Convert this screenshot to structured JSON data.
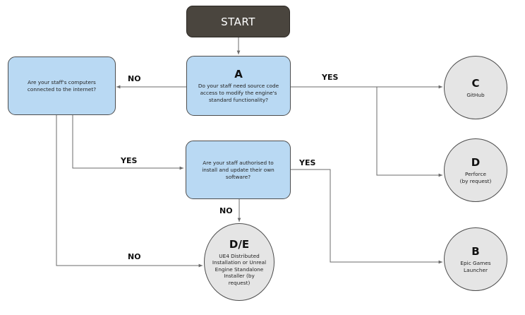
{
  "nodes": {
    "start": {
      "text": "START"
    },
    "a": {
      "id": "A",
      "text": "Do your staff need source code\naccess to modify the engine's\nstandard functionality?"
    },
    "q_internet": {
      "text": "Are your staff's computers\nconnected to the internet?"
    },
    "q_install": {
      "text": "Are your staff authorised to\ninstall and update their own\nsoftware?"
    },
    "c": {
      "id": "C",
      "text": "GitHub"
    },
    "d": {
      "id": "D",
      "text": "Perforce\n(by request)"
    },
    "b": {
      "id": "B",
      "text": "Epic Games\nLauncher"
    },
    "de": {
      "id": "D/E",
      "text": "UE4 Distributed\nInstallation or Unreal\nEngine Standalone\nInstaller (by\nrequest)"
    }
  },
  "edge_labels": {
    "a_no": "NO",
    "a_yes": "YES",
    "internet_yes": "YES",
    "internet_no": "NO",
    "install_yes": "YES",
    "install_no": "NO"
  },
  "colors": {
    "start_fill": "#4a453e",
    "decision_fill": "#b9d9f3",
    "result_fill": "#e5e5e5",
    "line": "#6b6b6b"
  }
}
